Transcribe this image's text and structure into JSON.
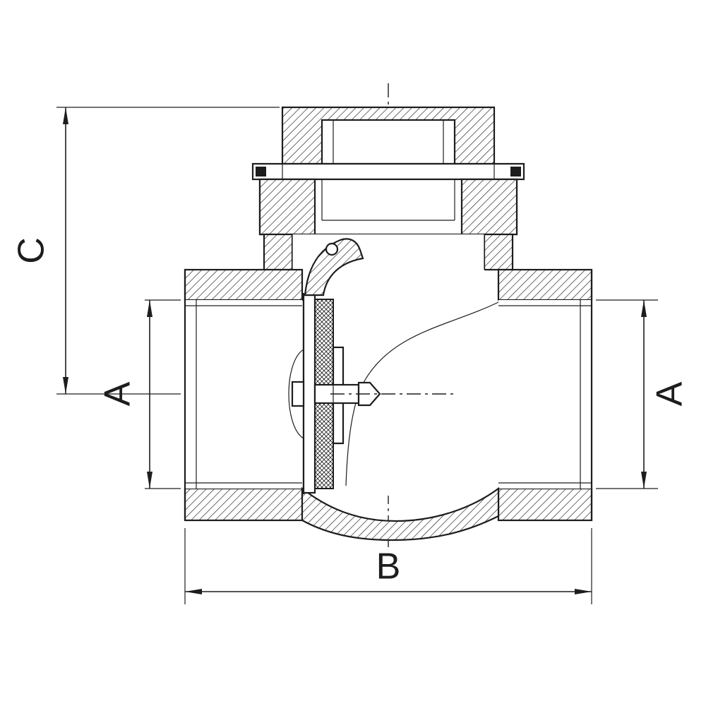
{
  "drawing": {
    "figure": "check-valve-sectional-drawing",
    "dimensions": {
      "height_label": "C",
      "bore_left_label": "A",
      "bore_right_label": "A",
      "length_label": "B"
    },
    "colors": {
      "line": "#1d1d1d",
      "background": "#ffffff"
    }
  }
}
